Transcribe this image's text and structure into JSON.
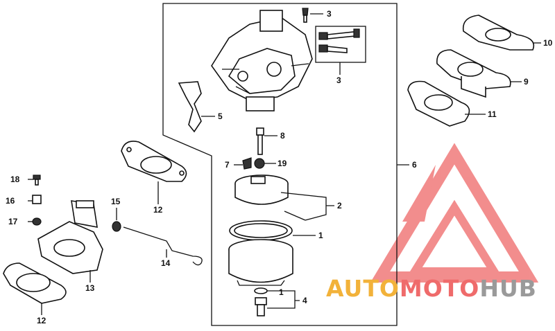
{
  "callouts": [
    {
      "id": "c3a",
      "text": "3"
    },
    {
      "id": "c3b",
      "text": "3"
    },
    {
      "id": "c5",
      "text": "5"
    },
    {
      "id": "c8",
      "text": "8"
    },
    {
      "id": "c7",
      "text": "7"
    },
    {
      "id": "c19",
      "text": "19"
    },
    {
      "id": "c6",
      "text": "6"
    },
    {
      "id": "c2",
      "text": "2"
    },
    {
      "id": "c1a",
      "text": "1"
    },
    {
      "id": "c1b",
      "text": "1"
    },
    {
      "id": "c4",
      "text": "4"
    },
    {
      "id": "c10",
      "text": "10"
    },
    {
      "id": "c9",
      "text": "9"
    },
    {
      "id": "c11",
      "text": "11"
    },
    {
      "id": "c12a",
      "text": "12"
    },
    {
      "id": "c12b",
      "text": "12"
    },
    {
      "id": "c18",
      "text": "18"
    },
    {
      "id": "c16",
      "text": "16"
    },
    {
      "id": "c17",
      "text": "17"
    },
    {
      "id": "c15",
      "text": "15"
    },
    {
      "id": "c14",
      "text": "14"
    },
    {
      "id": "c13",
      "text": "13"
    }
  ],
  "watermark": {
    "part1": "AUTO",
    "part2": "MOTO",
    "part3": "HUB",
    "colors": {
      "auto": "#f2b23a",
      "moto": "#ef6b6b",
      "hub": "#9a9a9a",
      "logo": "#f07a7a"
    }
  }
}
